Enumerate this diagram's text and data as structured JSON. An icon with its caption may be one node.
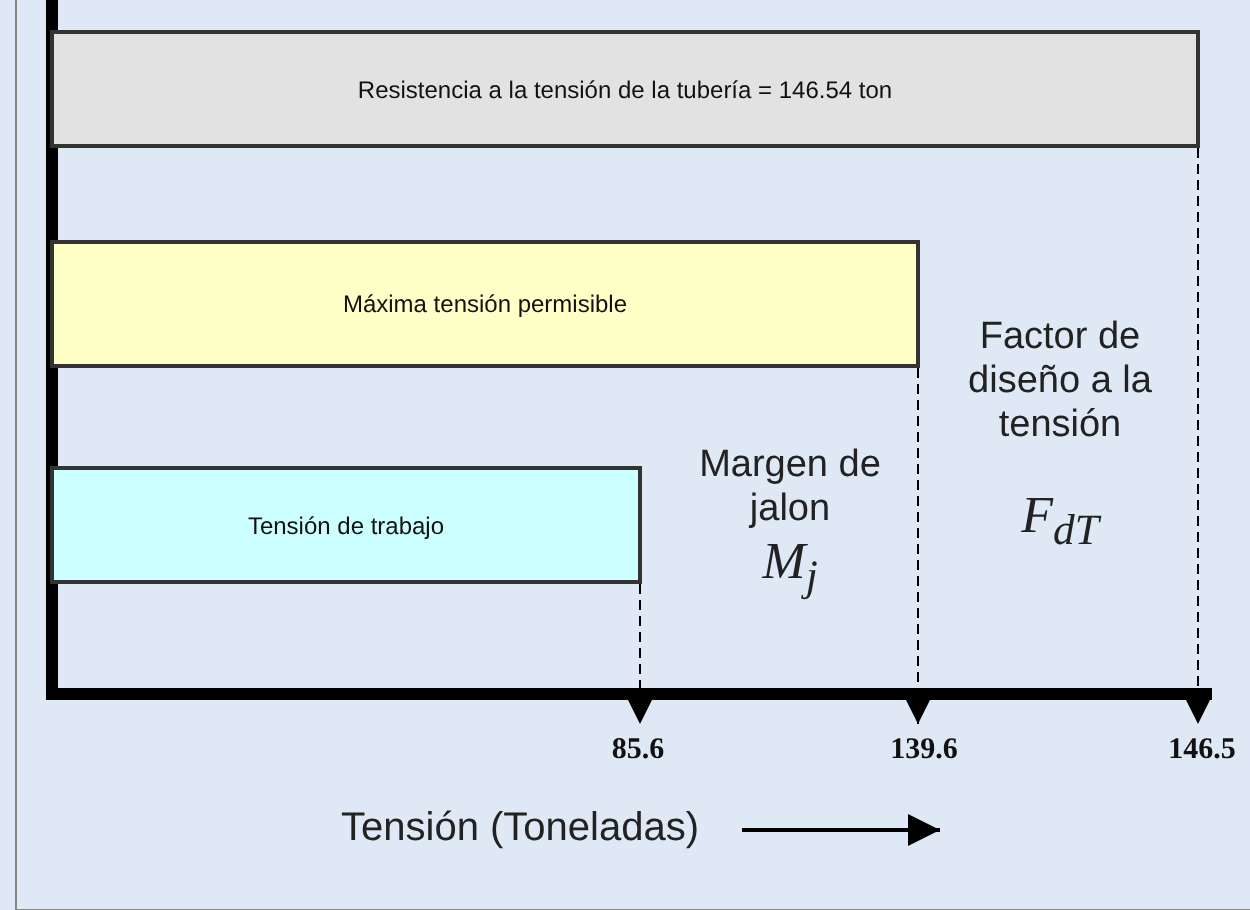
{
  "diagram": {
    "nodes": [
      {
        "text": [
          "Resistencia a la tensión de la tubería = 146.54 ton"
        ]
      },
      {
        "text": [
          "Máxima tensión permisible"
        ]
      },
      {
        "text": [
          "Tensión de trabajo"
        ]
      },
      {
        "text": [
          "85.6"
        ]
      },
      {
        "text": [
          "139.6"
        ]
      },
      {
        "text": [
          "146.5"
        ]
      }
    ],
    "edges": [
      {
        "from": 2,
        "to": 3,
        "arrow": "to",
        "style": "dashed"
      },
      {
        "from": 1,
        "to": 4,
        "arrow": "to",
        "style": "dashed"
      },
      {
        "from": 0,
        "to": 5,
        "arrow": "to",
        "style": "dashed"
      }
    ],
    "labels": [
      "Margen de jalon",
      "M$_{j}$",
      "Factor de diseño a la tensión",
      "F$_{dT}$",
      "Tensión (Toneladas)"
    ]
  }
}
